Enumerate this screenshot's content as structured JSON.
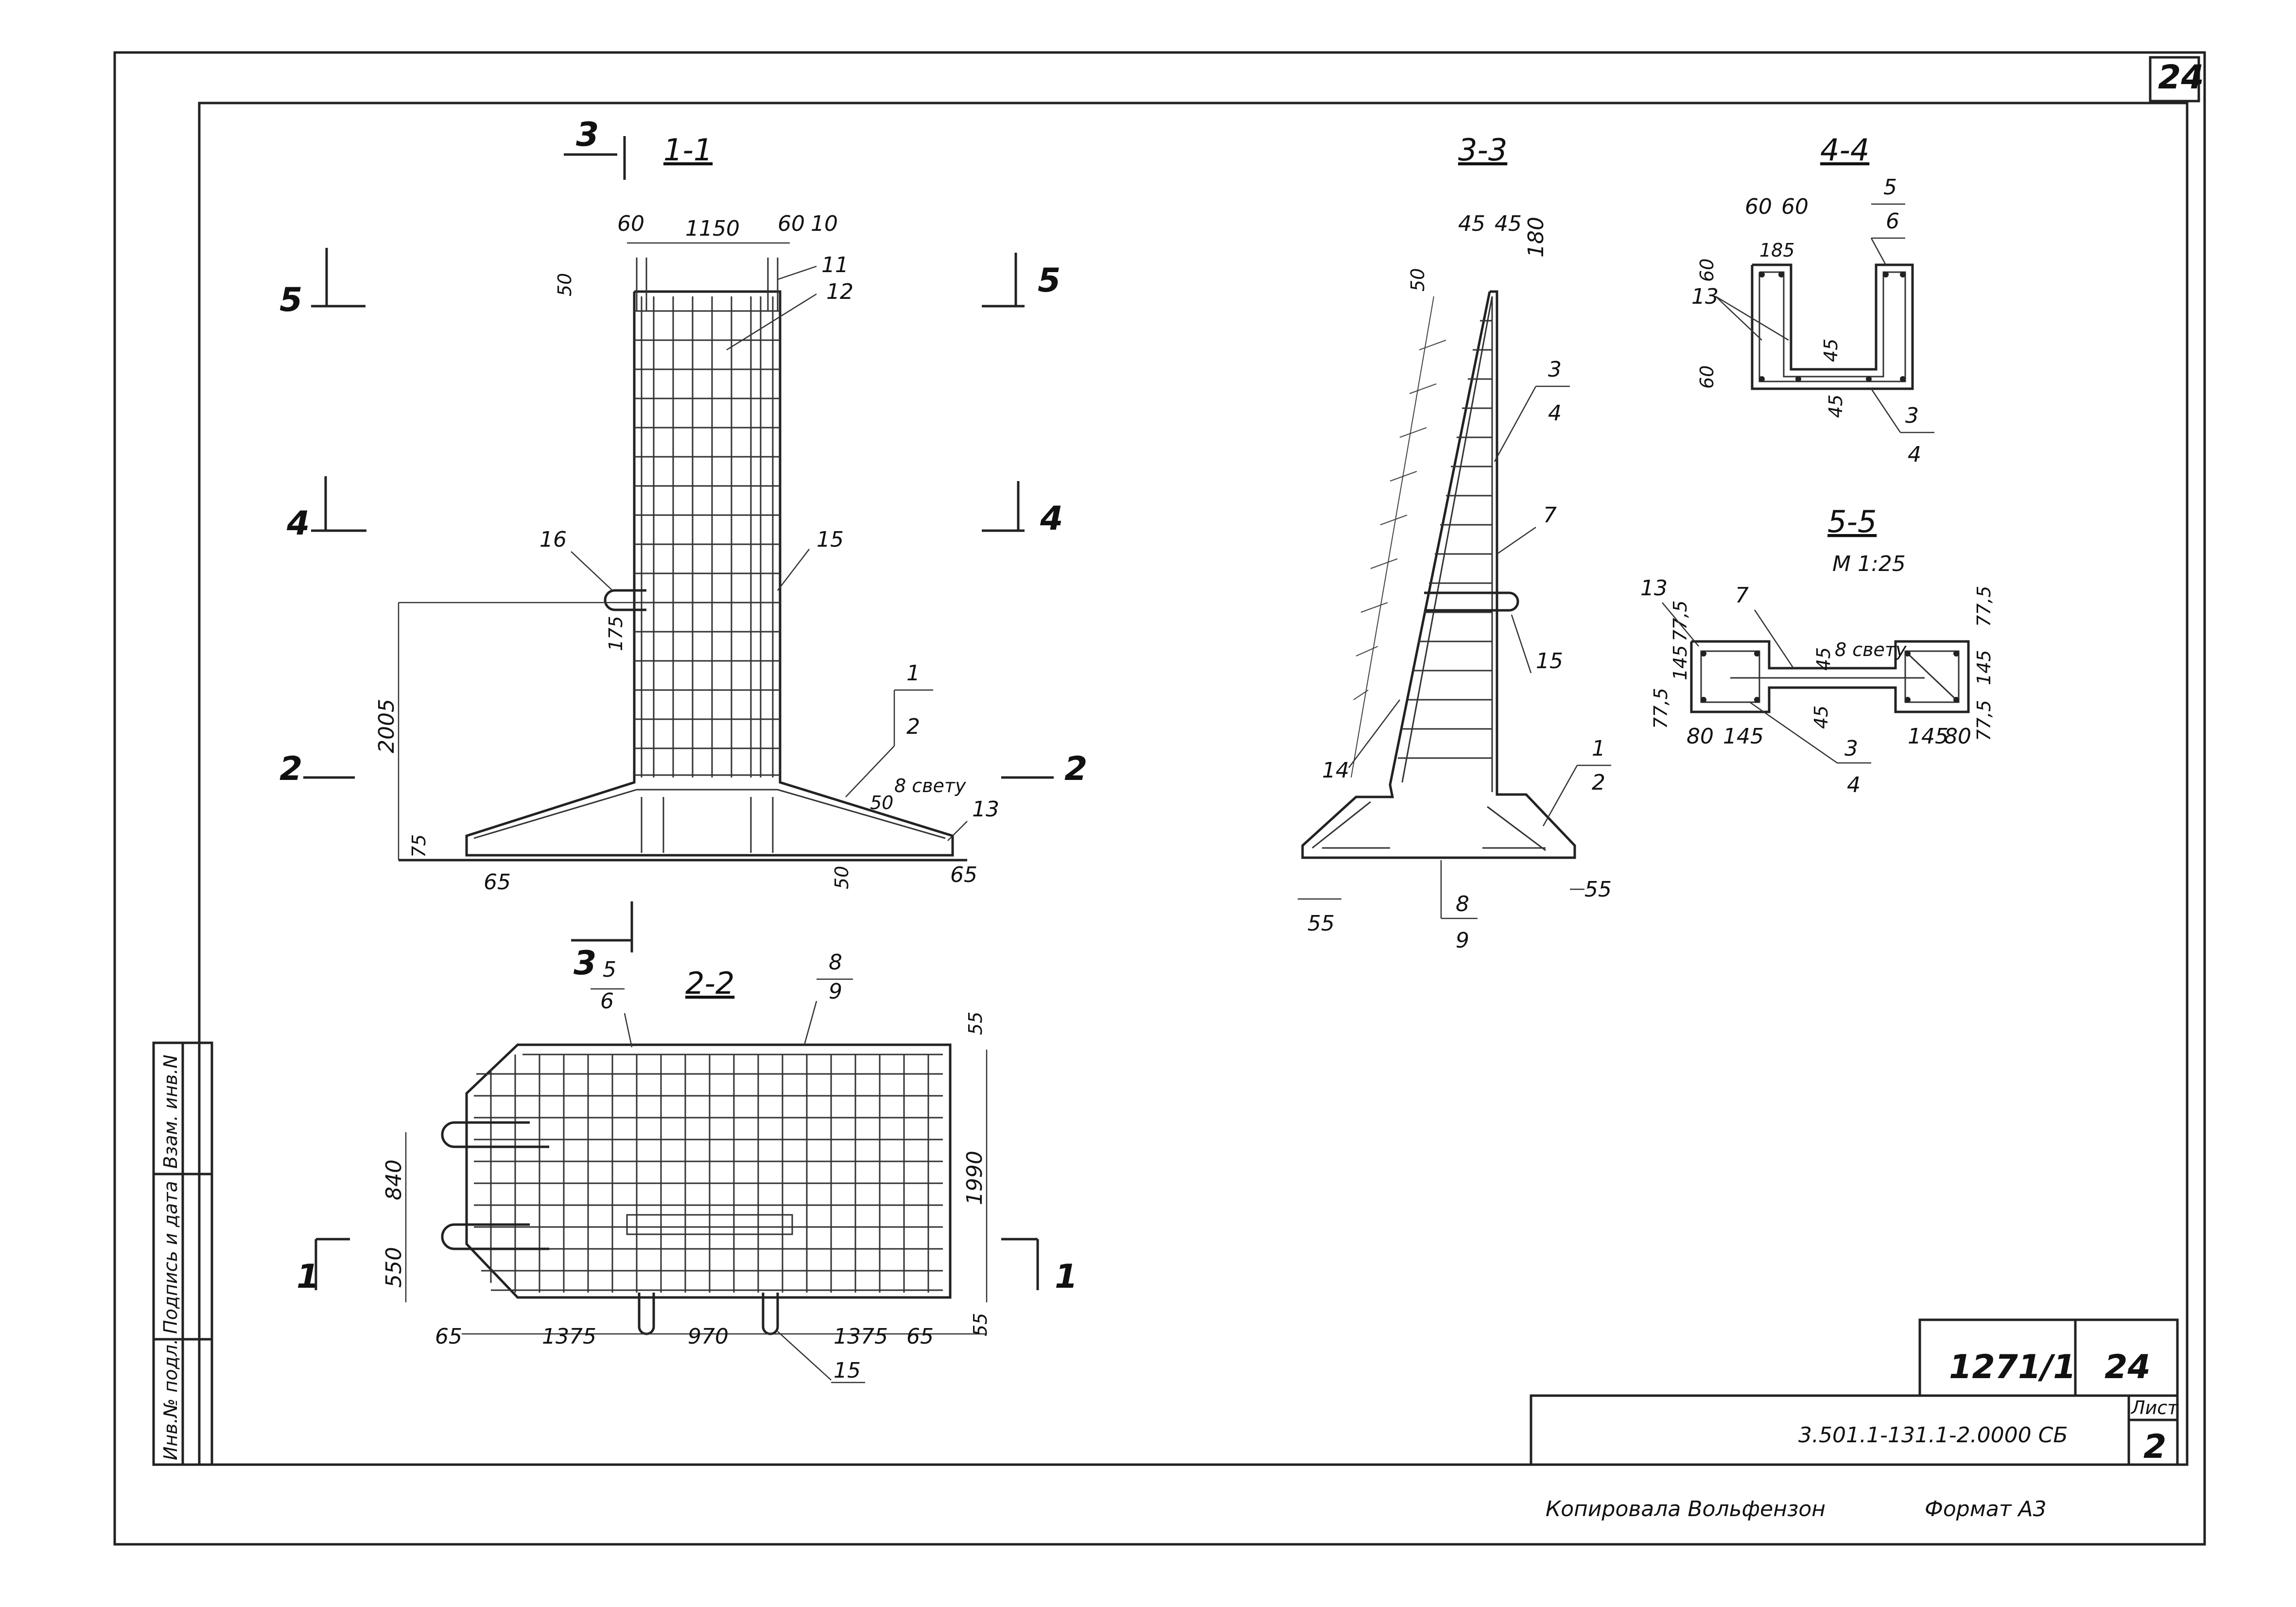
{
  "sheet": {
    "corner_number": "24",
    "code": "1271/1",
    "page": "24",
    "designation": "3.501.1-131.1-2.0000 СБ",
    "sheet_label": "Лист",
    "sheet_number": "2",
    "copied_by": "Копировала Вольфензон",
    "format": "Формат А3",
    "side_stamp": [
      "Инв.№ подл.",
      "Подпись и дата",
      "Взам. инв.N"
    ]
  },
  "section_1_1": {
    "title": "1-1",
    "cut_marks": [
      "3",
      "5",
      "5",
      "4",
      "4",
      "2",
      "2"
    ],
    "dims": [
      "60",
      "1150",
      "60",
      "10",
      "50",
      "2005",
      "175",
      "75",
      "65",
      "50",
      "65",
      "8 свету",
      "50"
    ],
    "labels": [
      "11",
      "12",
      "16",
      "15",
      "1",
      "2",
      "13"
    ]
  },
  "section_2_2": {
    "title": "2-2",
    "cut_marks": [
      "3",
      "1",
      "1"
    ],
    "dims": [
      "840",
      "550",
      "1990",
      "55",
      "65",
      "1375",
      "970",
      "1375",
      "65",
      "55"
    ],
    "labels": [
      "5",
      "6",
      "8",
      "9",
      "15"
    ]
  },
  "section_3_3": {
    "title": "3-3",
    "dims": [
      "45",
      "45",
      "180",
      "50",
      "55",
      "55"
    ],
    "labels": [
      "3",
      "4",
      "7",
      "15",
      "14",
      "1",
      "2",
      "8",
      "9"
    ]
  },
  "section_4_4": {
    "title": "4-4",
    "dims": [
      "60",
      "60",
      "185",
      "60",
      "60",
      "45",
      "45"
    ],
    "labels": [
      "5",
      "6",
      "13",
      "3",
      "4"
    ]
  },
  "section_5_5": {
    "title": "5-5",
    "scale": "М 1:25",
    "dims": [
      "77,5",
      "145",
      "77,5",
      "80",
      "145",
      "45",
      "8 свету",
      "45",
      "77,5",
      "145",
      "77,5",
      "145",
      "80"
    ],
    "labels": [
      "13",
      "7",
      "3",
      "4"
    ]
  }
}
